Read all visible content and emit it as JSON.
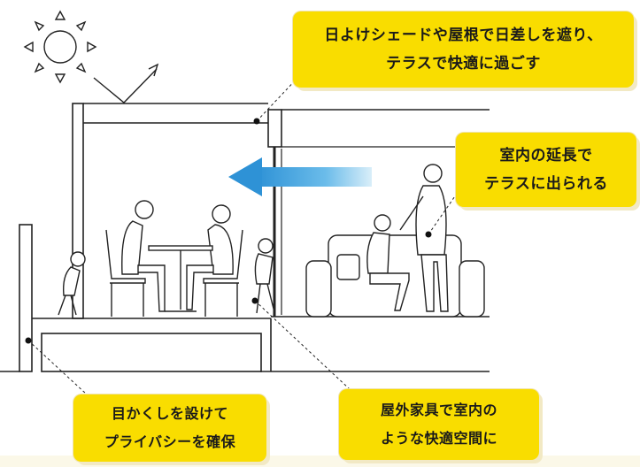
{
  "callouts": {
    "shade": {
      "line1": "日よけシェードや屋根で日差しを遮り、",
      "line2": "テラスで快適に過ごす"
    },
    "extend": {
      "line1": "室内の延長で",
      "line2": "テラスに出られる"
    },
    "privacy": {
      "line1": "目かくしを設けて",
      "line2": "プライバシーを確保"
    },
    "outdoor": {
      "line1": "屋外家具で室内の",
      "line2": "ような快適空間に"
    }
  },
  "colors": {
    "callout": "#f9dd00",
    "arrow": "#3a9fdc",
    "line": "#222222"
  },
  "icons": [
    "sun-icon",
    "sunlight-deflect-arrow",
    "move-outside-arrow"
  ]
}
